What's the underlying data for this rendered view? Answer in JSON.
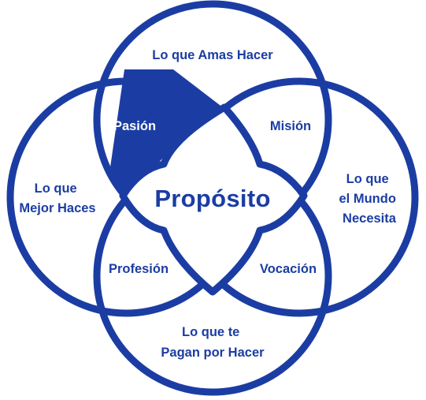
{
  "colors": {
    "primary": "#1b3da3",
    "background": "#ffffff"
  },
  "circles": {
    "top": {
      "lines": [
        "Lo que Amas Hacer"
      ]
    },
    "left": {
      "lines": [
        "Lo que",
        "Mejor Haces"
      ]
    },
    "right": {
      "lines": [
        "Lo que",
        "el Mundo",
        "Necesita"
      ]
    },
    "bottom": {
      "lines": [
        "Lo que te",
        "Pagan por Hacer"
      ]
    }
  },
  "intersections": {
    "top_left": "Pasión",
    "top_right": "Misión",
    "bottom_left": "Profesión",
    "bottom_right": "Vocación"
  },
  "center_label": "Propósito"
}
